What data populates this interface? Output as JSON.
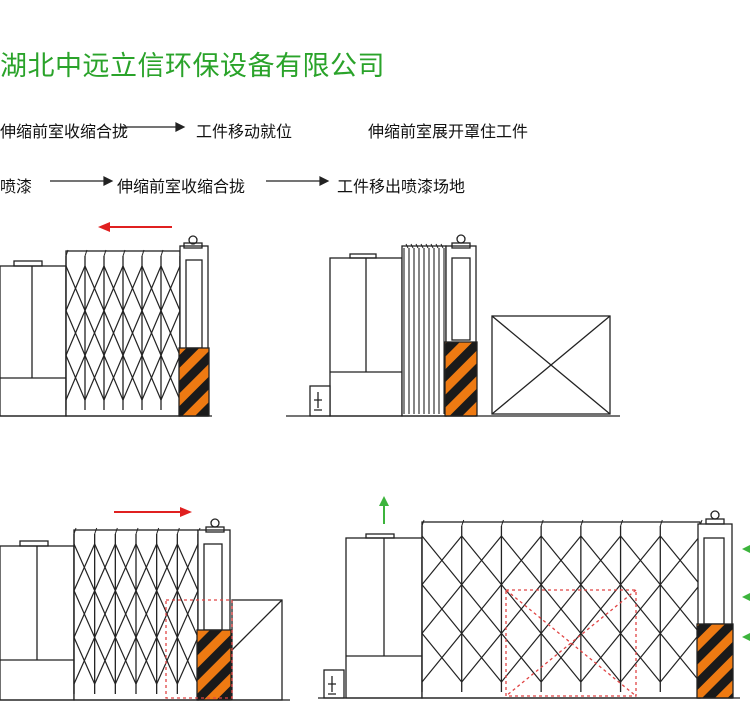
{
  "company_name": "湖北中远立信环保设备有限公司",
  "colors": {
    "company_text": "#2aa32a",
    "line": "#222222",
    "hazard_orange": "#ee7a12",
    "hazard_black": "#1a1a1a",
    "red_arrow": "#e02020",
    "green_arrow": "#3cb43c",
    "dashed": "#e04545"
  },
  "process": {
    "row1": [
      "伸缩前室收缩合拢",
      "工件移动就位",
      "伸缩前室展开罩住工件"
    ],
    "row2": [
      "喷漆",
      "伸缩前室收缩合拢",
      "工件移出喷漆场地"
    ]
  },
  "panels": [
    {
      "name": "panel-1",
      "state": "collapsing",
      "arrow_direction": "left"
    },
    {
      "name": "panel-2",
      "state": "collapsed-workpiece-in-position"
    },
    {
      "name": "panel-3",
      "state": "expanding",
      "arrow_direction": "right"
    },
    {
      "name": "panel-4",
      "state": "expanded-covering-workpiece",
      "arrow_direction": "up"
    }
  ]
}
